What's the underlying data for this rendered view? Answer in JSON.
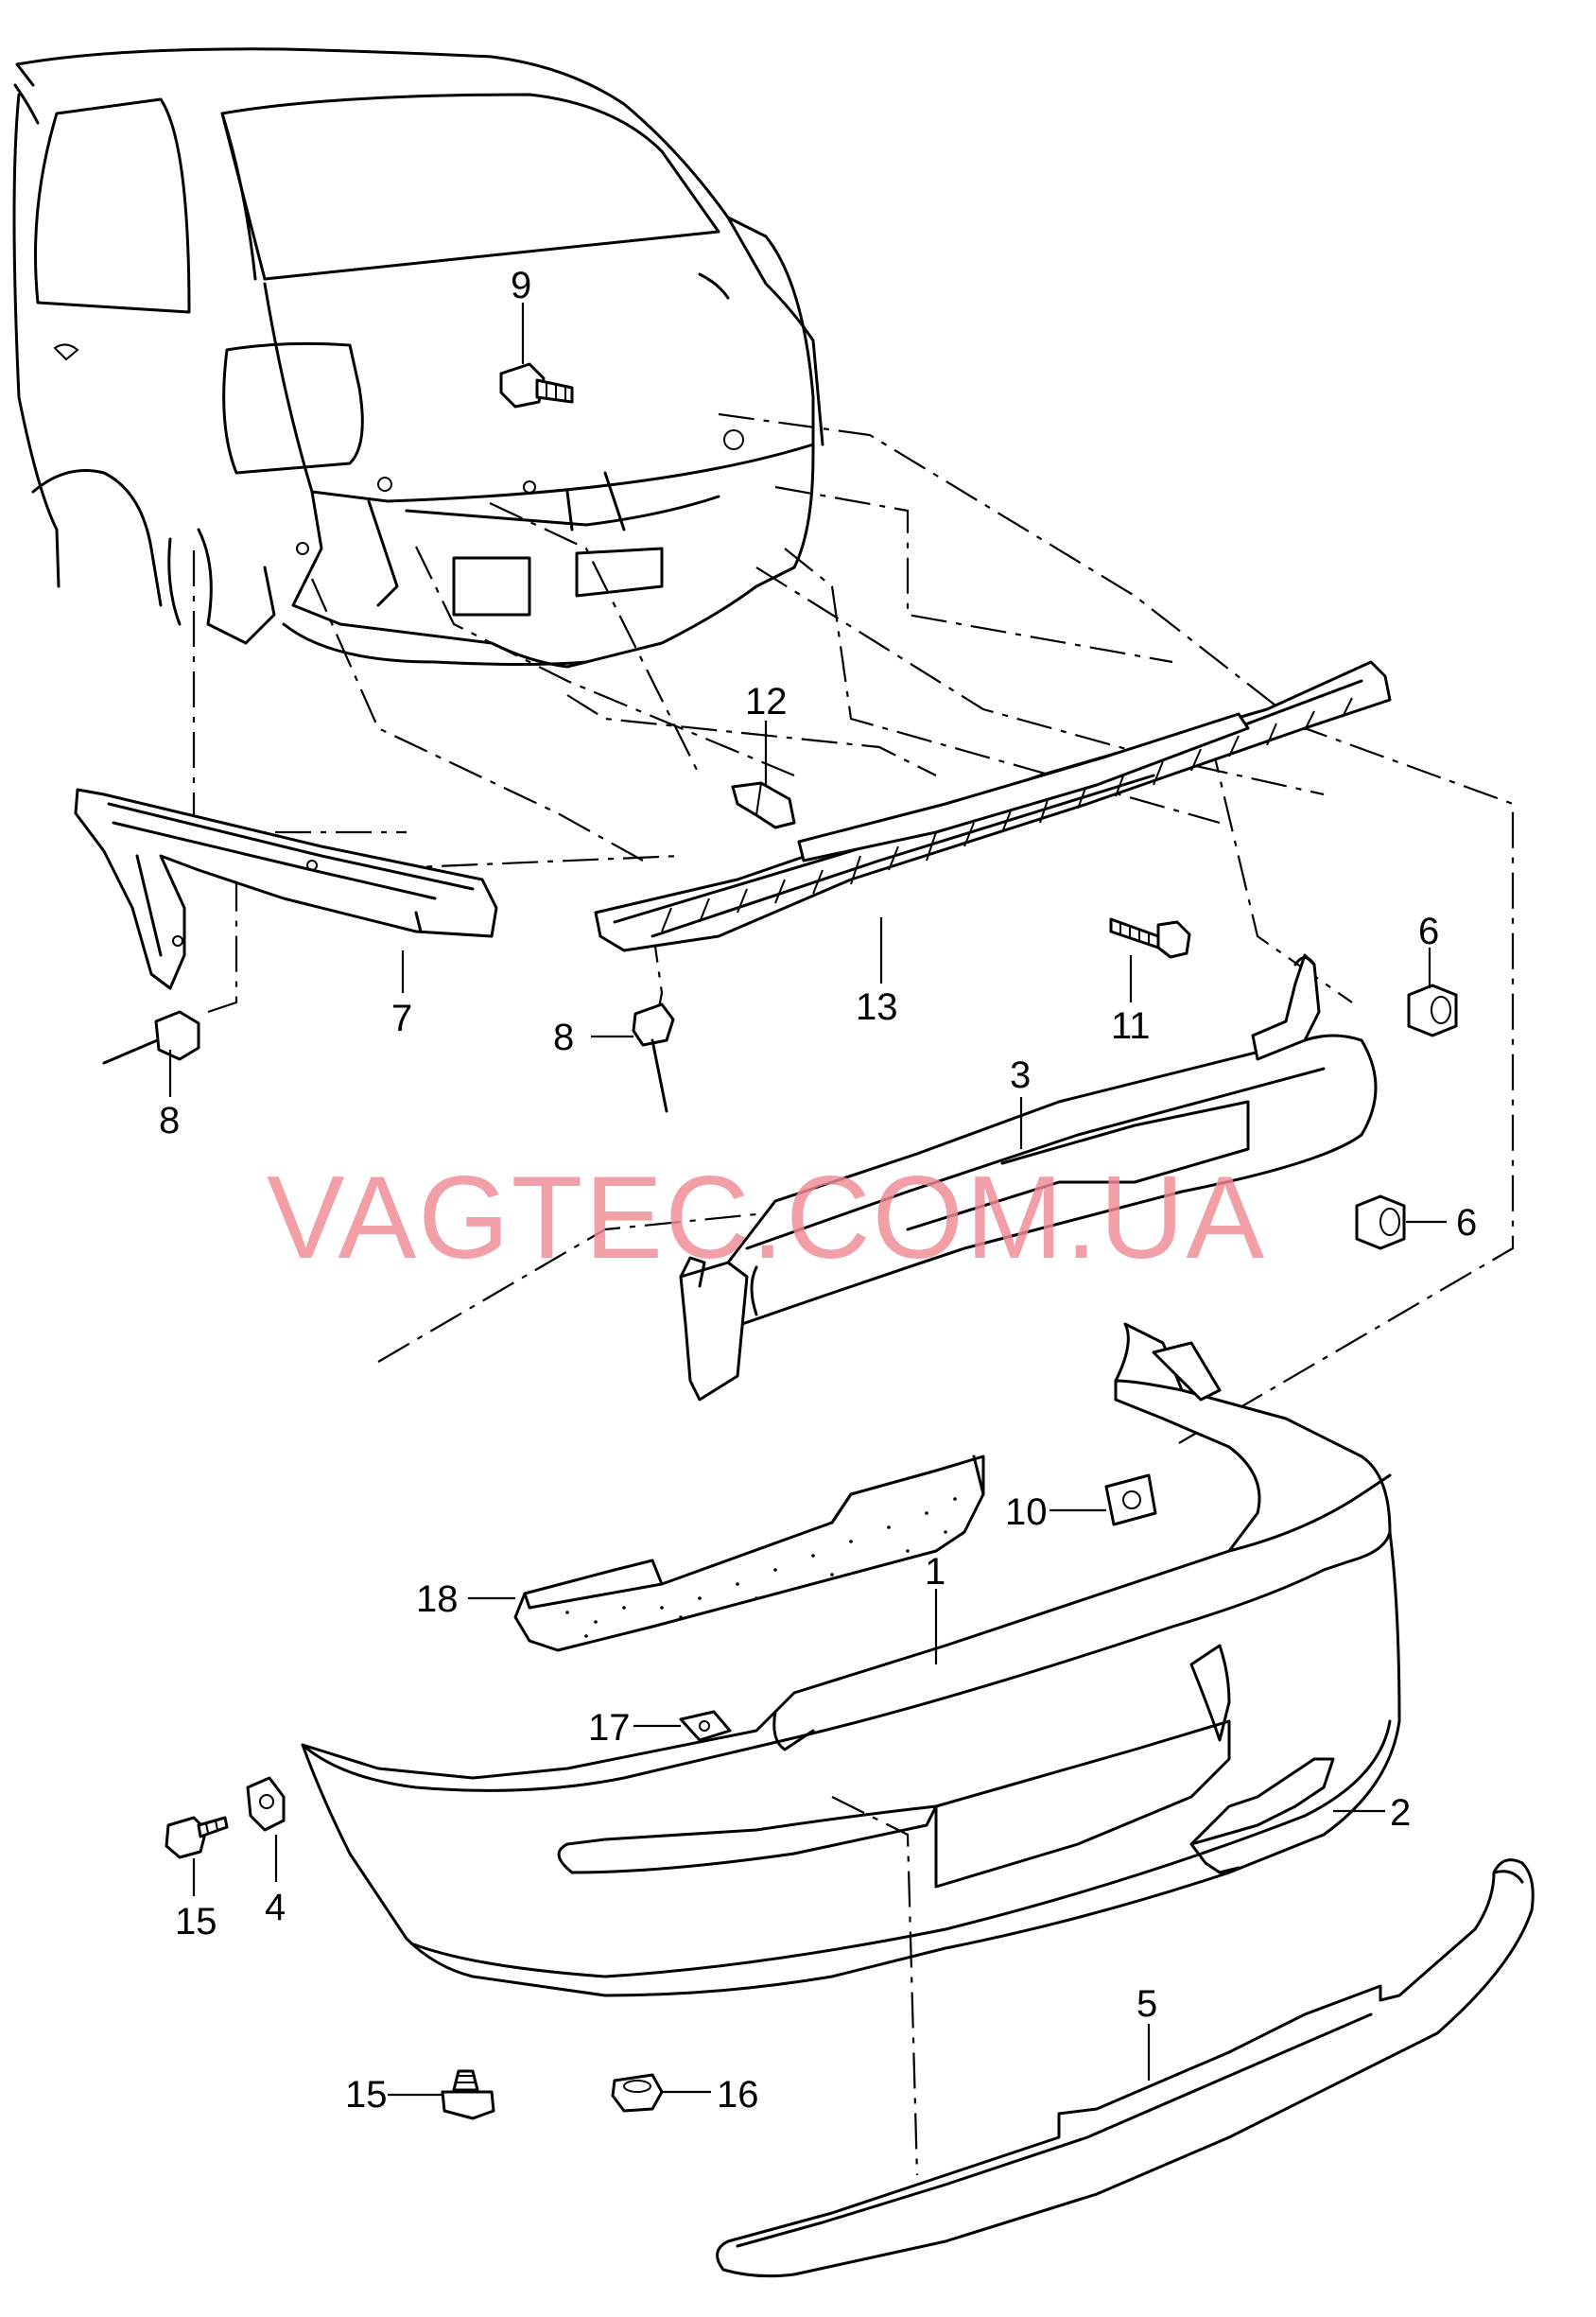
{
  "watermark": "VAGTEC.COM.UA",
  "callouts": {
    "c1": "1",
    "c2": "2",
    "c3": "3",
    "c4": "4",
    "c5": "5",
    "c6a": "6",
    "c6b": "6",
    "c7": "7",
    "c8a": "8",
    "c8b": "8",
    "c9": "9",
    "c10": "10",
    "c11": "11",
    "c12": "12",
    "c13": "13",
    "c15a": "15",
    "c15b": "15",
    "c16": "16",
    "c17": "17",
    "c18": "18"
  },
  "colors": {
    "line": "#000000",
    "watermark": "#f08a96",
    "background": "#ffffff"
  }
}
